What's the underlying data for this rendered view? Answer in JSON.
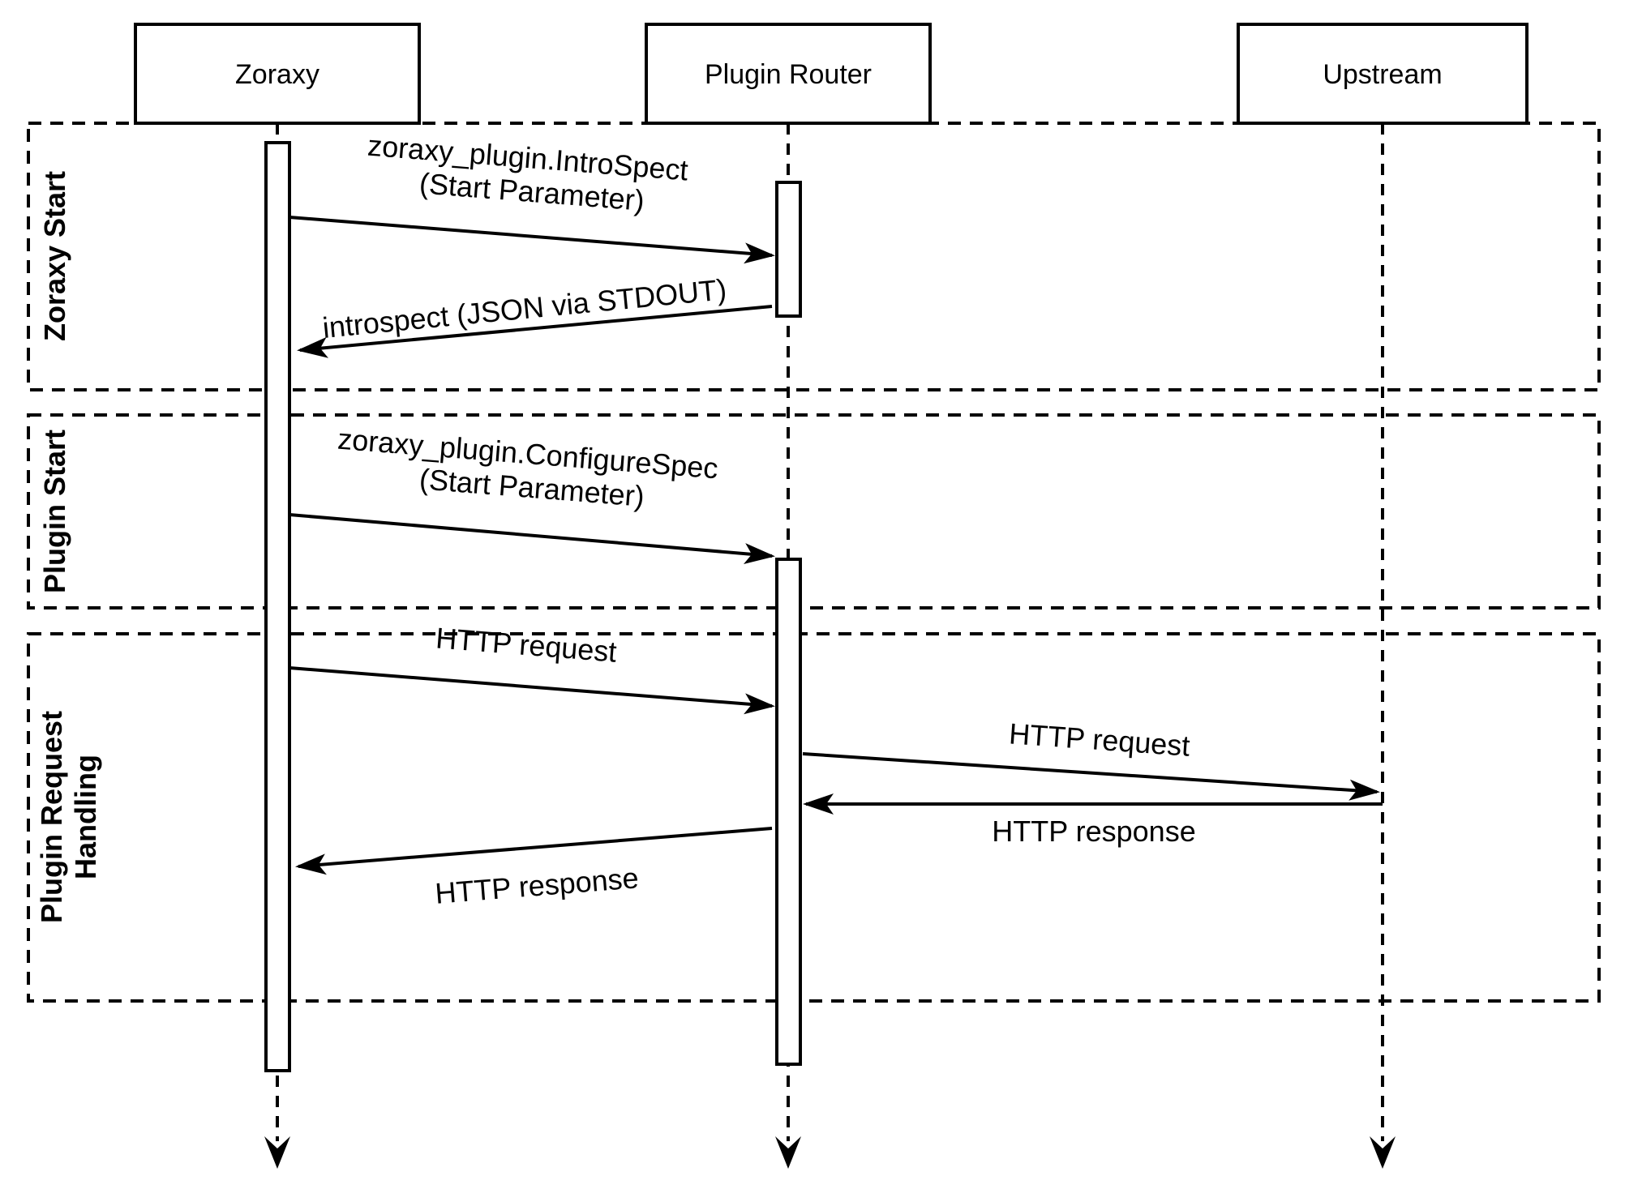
{
  "diagram": {
    "type": "sequence-diagram",
    "background_color": "#ffffff",
    "stroke_color": "#000000",
    "participants": [
      {
        "name": "Zoraxy"
      },
      {
        "name": "Plugin Router"
      },
      {
        "name": "Upstream"
      }
    ],
    "sections": [
      {
        "label": "Zoraxy Start"
      },
      {
        "label": "Plugin Start"
      },
      {
        "label": "Plugin Request",
        "label_line2": "Handling"
      }
    ],
    "messages": [
      {
        "from": "Zoraxy",
        "to": "Plugin Router",
        "label": "zoraxy_plugin.IntroSpect",
        "label_line2": "(Start Parameter)"
      },
      {
        "from": "Plugin Router",
        "to": "Zoraxy",
        "label": "introspect (JSON via STDOUT)"
      },
      {
        "from": "Zoraxy",
        "to": "Plugin Router",
        "label": "zoraxy_plugin.ConfigureSpec",
        "label_line2": "(Start Parameter)"
      },
      {
        "from": "Zoraxy",
        "to": "Plugin Router",
        "label": "HTTP request"
      },
      {
        "from": "Plugin Router",
        "to": "Upstream",
        "label": "HTTP request"
      },
      {
        "from": "Upstream",
        "to": "Plugin Router",
        "label": "HTTP response"
      },
      {
        "from": "Plugin Router",
        "to": "Zoraxy",
        "label": "HTTP response"
      }
    ]
  }
}
